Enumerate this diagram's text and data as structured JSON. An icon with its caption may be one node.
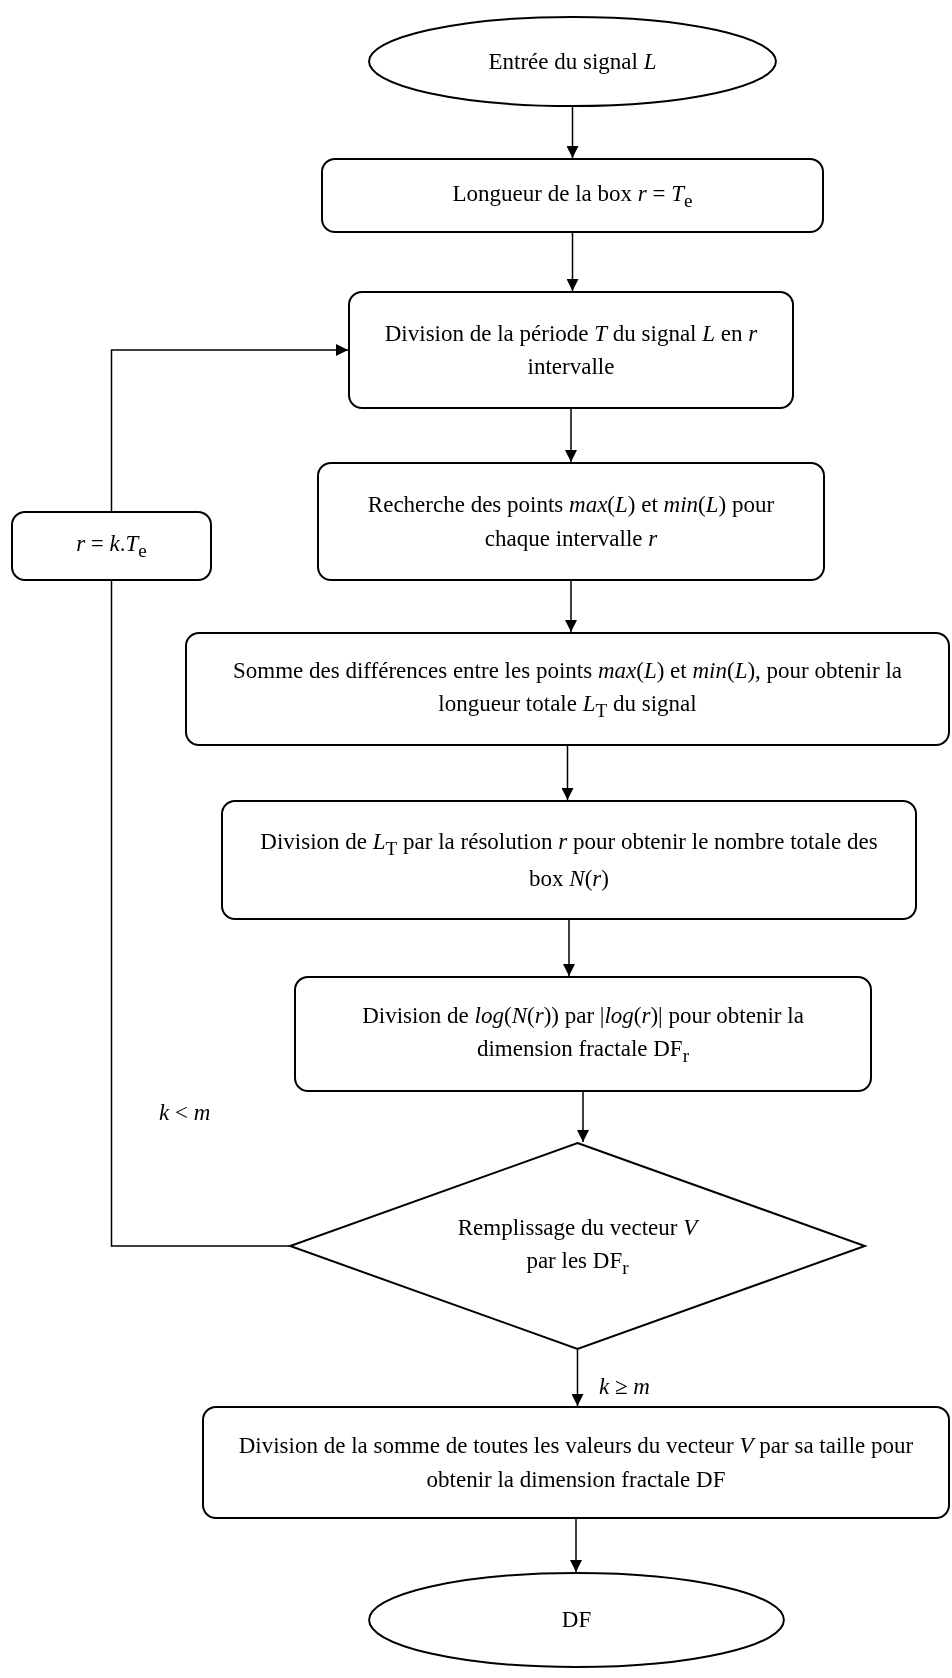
{
  "diagram": {
    "nodes": [
      {
        "text": [
          "Entrée du signal *L*"
        ]
      },
      {
        "text": [
          "Longueur de la box *r* = *T*$_{e}$"
        ]
      },
      {
        "text": [
          "Division de la période *T* du signal *L* en *r* intervalle"
        ]
      },
      {
        "text": [
          "Recherche des points *max*(*L*) et *min*(*L*) pour chaque intervalle *r*"
        ]
      },
      {
        "text": [
          "Somme des différences entre les points *max*(*L*) et *min*(*L*), pour obtenir la longueur totale *L*$_{T}$ du signal"
        ]
      },
      {
        "text": [
          "Division de *L*$_{T}$ par la résolution *r* pour obtenir le nombre totale des box *N*(*r*)"
        ]
      },
      {
        "text": [
          "Division de *log*(*N*(*r*)) par |*log*(*r*)| pour obtenir la dimension fractale DF$_{r}$"
        ]
      },
      {
        "text": [
          "Remplissage du vecteur *V* par les DF$_{r}$"
        ]
      },
      {
        "text": [
          "Division de la somme de toutes les valeurs du vecteur *V* par sa taille pour obtenir la dimension fractale DF"
        ]
      },
      {
        "text": [
          "DF"
        ]
      },
      {
        "text": [
          "*r* = *k*.*T*$_{e}$"
        ]
      }
    ],
    "edges": [
      {
        "from": 0,
        "to": 1,
        "arrow": "to"
      },
      {
        "from": 1,
        "to": 2,
        "arrow": "to"
      },
      {
        "from": 2,
        "to": 3,
        "arrow": "to"
      },
      {
        "from": 3,
        "to": 4,
        "arrow": "to"
      },
      {
        "from": 4,
        "to": 5,
        "arrow": "to"
      },
      {
        "from": 5,
        "to": 6,
        "arrow": "to"
      },
      {
        "from": 6,
        "to": 7,
        "arrow": "to"
      },
      {
        "from": 7,
        "to": 10,
        "arrow": "none",
        "label": "*k* < *m*"
      },
      {
        "from": 10,
        "to": 2,
        "arrow": "to"
      },
      {
        "from": 7,
        "to": 8,
        "arrow": "to",
        "label": "*k* ≥ *m*"
      },
      {
        "from": 8,
        "to": 9,
        "arrow": "to"
      }
    ]
  }
}
